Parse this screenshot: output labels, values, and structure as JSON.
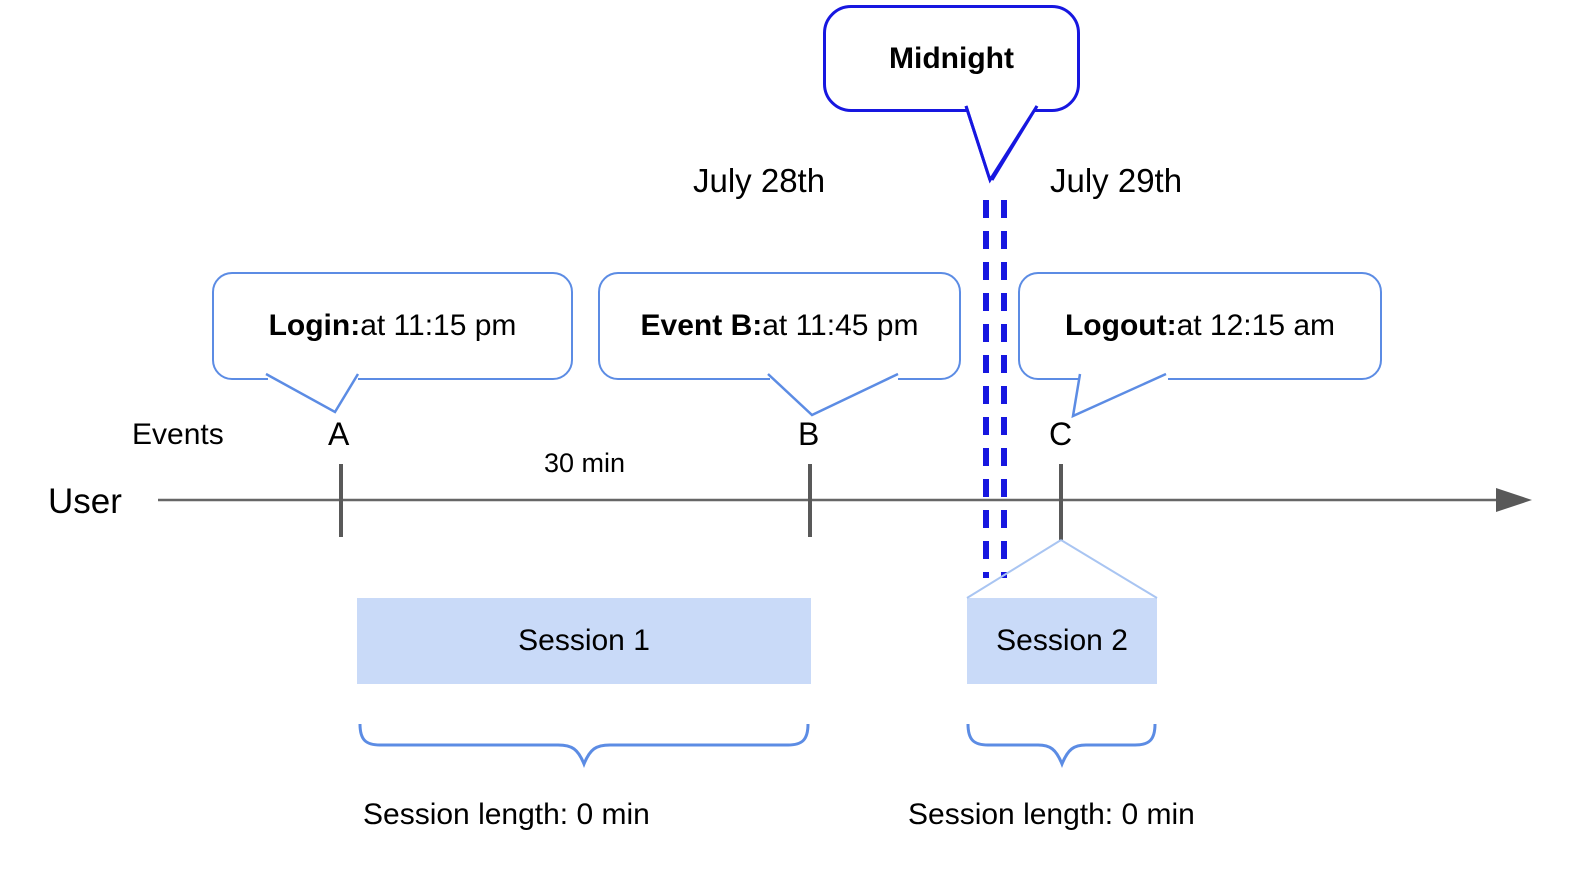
{
  "callouts": {
    "midnight": {
      "label": "Midnight"
    },
    "login": {
      "label_bold": "Login:",
      "label_rest": " at 11:15 pm"
    },
    "event_b": {
      "label_bold": "Event B:",
      "label_rest": " at 11:45 pm"
    },
    "logout": {
      "label_bold": "Logout:",
      "label_rest": " at 12:15 am"
    }
  },
  "dates": {
    "left": "July 28th",
    "right": "July 29th"
  },
  "timeline": {
    "row_label": "User",
    "events_label": "Events",
    "event_a": "A",
    "event_b": "B",
    "event_c": "C",
    "interval_label": "30 min"
  },
  "sessions": [
    {
      "name": "Session 1",
      "length_label": "Session length: 0 min"
    },
    {
      "name": "Session 2",
      "length_label": "Session length: 0 min"
    }
  ],
  "colors": {
    "accent_dark_blue": "#1717e0",
    "accent_light_blue": "#5c8ce4",
    "session_fill": "#c9daf8",
    "roof_light_blue": "#a9c5f2",
    "axis_gray": "#595959"
  }
}
